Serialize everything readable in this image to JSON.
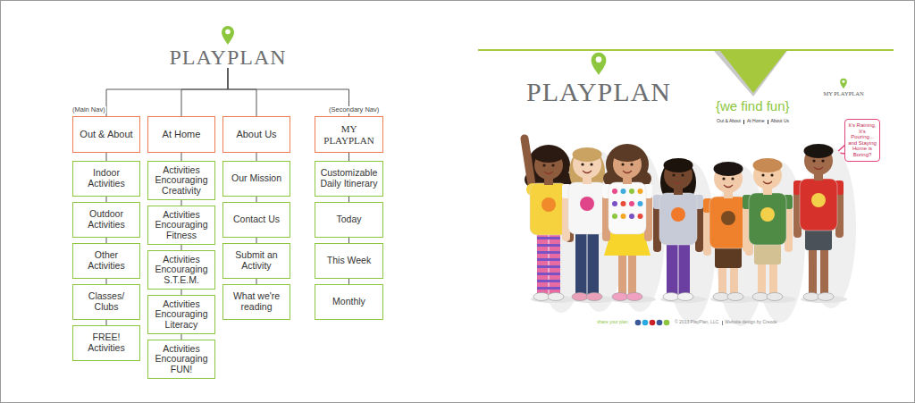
{
  "diagram": {
    "nodes": [
      {
        "text": [
          "PLAYPLAN"
        ]
      },
      {
        "text": [
          "Out & About"
        ]
      },
      {
        "text": [
          "Indoor Activities"
        ]
      },
      {
        "text": [
          "Outdoor Activities"
        ]
      },
      {
        "text": [
          "Other Activities"
        ]
      },
      {
        "text": [
          "Classes/ Clubs"
        ]
      },
      {
        "text": [
          "FREE! Activities"
        ]
      },
      {
        "text": [
          "At Home"
        ]
      },
      {
        "text": [
          "Activities Encouraging Creativity"
        ]
      },
      {
        "text": [
          "Activities Encouraging Fitness"
        ]
      },
      {
        "text": [
          "Activities Encouraging S.T.E.M."
        ]
      },
      {
        "text": [
          "Activities Encouraging Literacy"
        ]
      },
      {
        "text": [
          "Activities Encouraging FUN!"
        ]
      },
      {
        "text": [
          "About Us"
        ]
      },
      {
        "text": [
          "Our Mission"
        ]
      },
      {
        "text": [
          "Contact Us"
        ]
      },
      {
        "text": [
          "Submit an Activity"
        ]
      },
      {
        "text": [
          "What we're reading"
        ]
      },
      {
        "text": [
          "MY PLAYPLAN"
        ]
      },
      {
        "text": [
          "Customizable Daily Itinerary"
        ]
      },
      {
        "text": [
          "Today"
        ]
      },
      {
        "text": [
          "This Week"
        ]
      },
      {
        "text": [
          "Monthly"
        ]
      },
      {
        "text": [
          "It's Raining, It's Pouring... and Staying Home is Boring?"
        ]
      }
    ],
    "edges": [
      {
        "from": 0,
        "to": 1,
        "arrow": "none"
      },
      {
        "from": 0,
        "to": 7,
        "arrow": "none"
      },
      {
        "from": 0,
        "to": 13,
        "arrow": "none"
      },
      {
        "from": 0,
        "to": 18,
        "arrow": "none"
      },
      {
        "from": 1,
        "to": 2,
        "arrow": "none"
      },
      {
        "from": 2,
        "to": 3,
        "arrow": "none"
      },
      {
        "from": 3,
        "to": 4,
        "arrow": "none"
      },
      {
        "from": 4,
        "to": 5,
        "arrow": "none"
      },
      {
        "from": 5,
        "to": 6,
        "arrow": "none"
      },
      {
        "from": 7,
        "to": 8,
        "arrow": "none"
      },
      {
        "from": 8,
        "to": 9,
        "arrow": "none"
      },
      {
        "from": 9,
        "to": 10,
        "arrow": "none"
      },
      {
        "from": 10,
        "to": 11,
        "arrow": "none"
      },
      {
        "from": 11,
        "to": 12,
        "arrow": "none"
      },
      {
        "from": 13,
        "to": 14,
        "arrow": "none"
      },
      {
        "from": 14,
        "to": 15,
        "arrow": "none"
      },
      {
        "from": 15,
        "to": 16,
        "arrow": "none"
      },
      {
        "from": 16,
        "to": 17,
        "arrow": "none"
      },
      {
        "from": 18,
        "to": 19,
        "arrow": "none"
      },
      {
        "from": 19,
        "to": 20,
        "arrow": "none"
      },
      {
        "from": 20,
        "to": 21,
        "arrow": "none"
      },
      {
        "from": 21,
        "to": 22,
        "arrow": "none"
      }
    ],
    "labels": [
      "(Main Nav)",
      "(Secondary Nav)",
      "PLAYPLAN",
      "{we find fun}",
      "MY PLAYPLAN",
      "Out & About",
      "At Home",
      "About Us",
      "share your plan:",
      "© 2013 PlayPlan, LLC",
      "Website design by Creode"
    ]
  }
}
